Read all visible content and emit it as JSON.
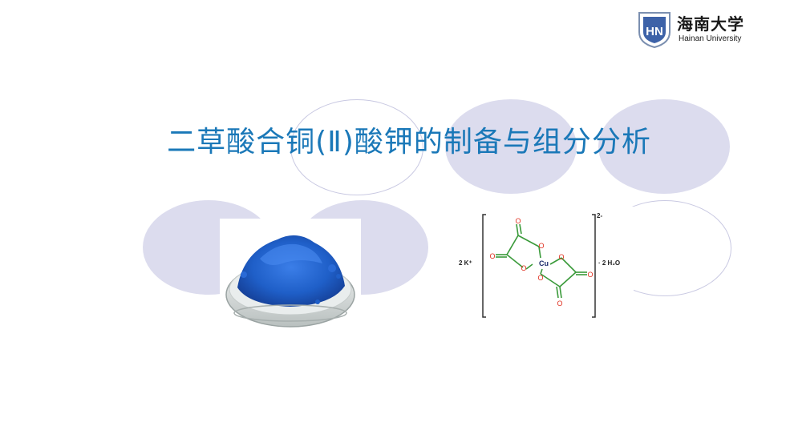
{
  "logo": {
    "cn": "海南大学",
    "en": "Hainan University",
    "emblem_letters": "HN"
  },
  "slide": {
    "title": "二草酸合铜(Ⅱ)酸钾的制备与组分分析"
  },
  "structure": {
    "counterion": "2 K⁺",
    "charge": "2-",
    "hydrate": "· 2 H₂O",
    "metal": "Cu",
    "oxygen": "O"
  },
  "colors": {
    "title": "#1a78b8",
    "ellipse_fill": "#dcdcee",
    "oxygen": "#e03020",
    "bond": "#3a9a3a",
    "powder": "#1f5fc8"
  }
}
